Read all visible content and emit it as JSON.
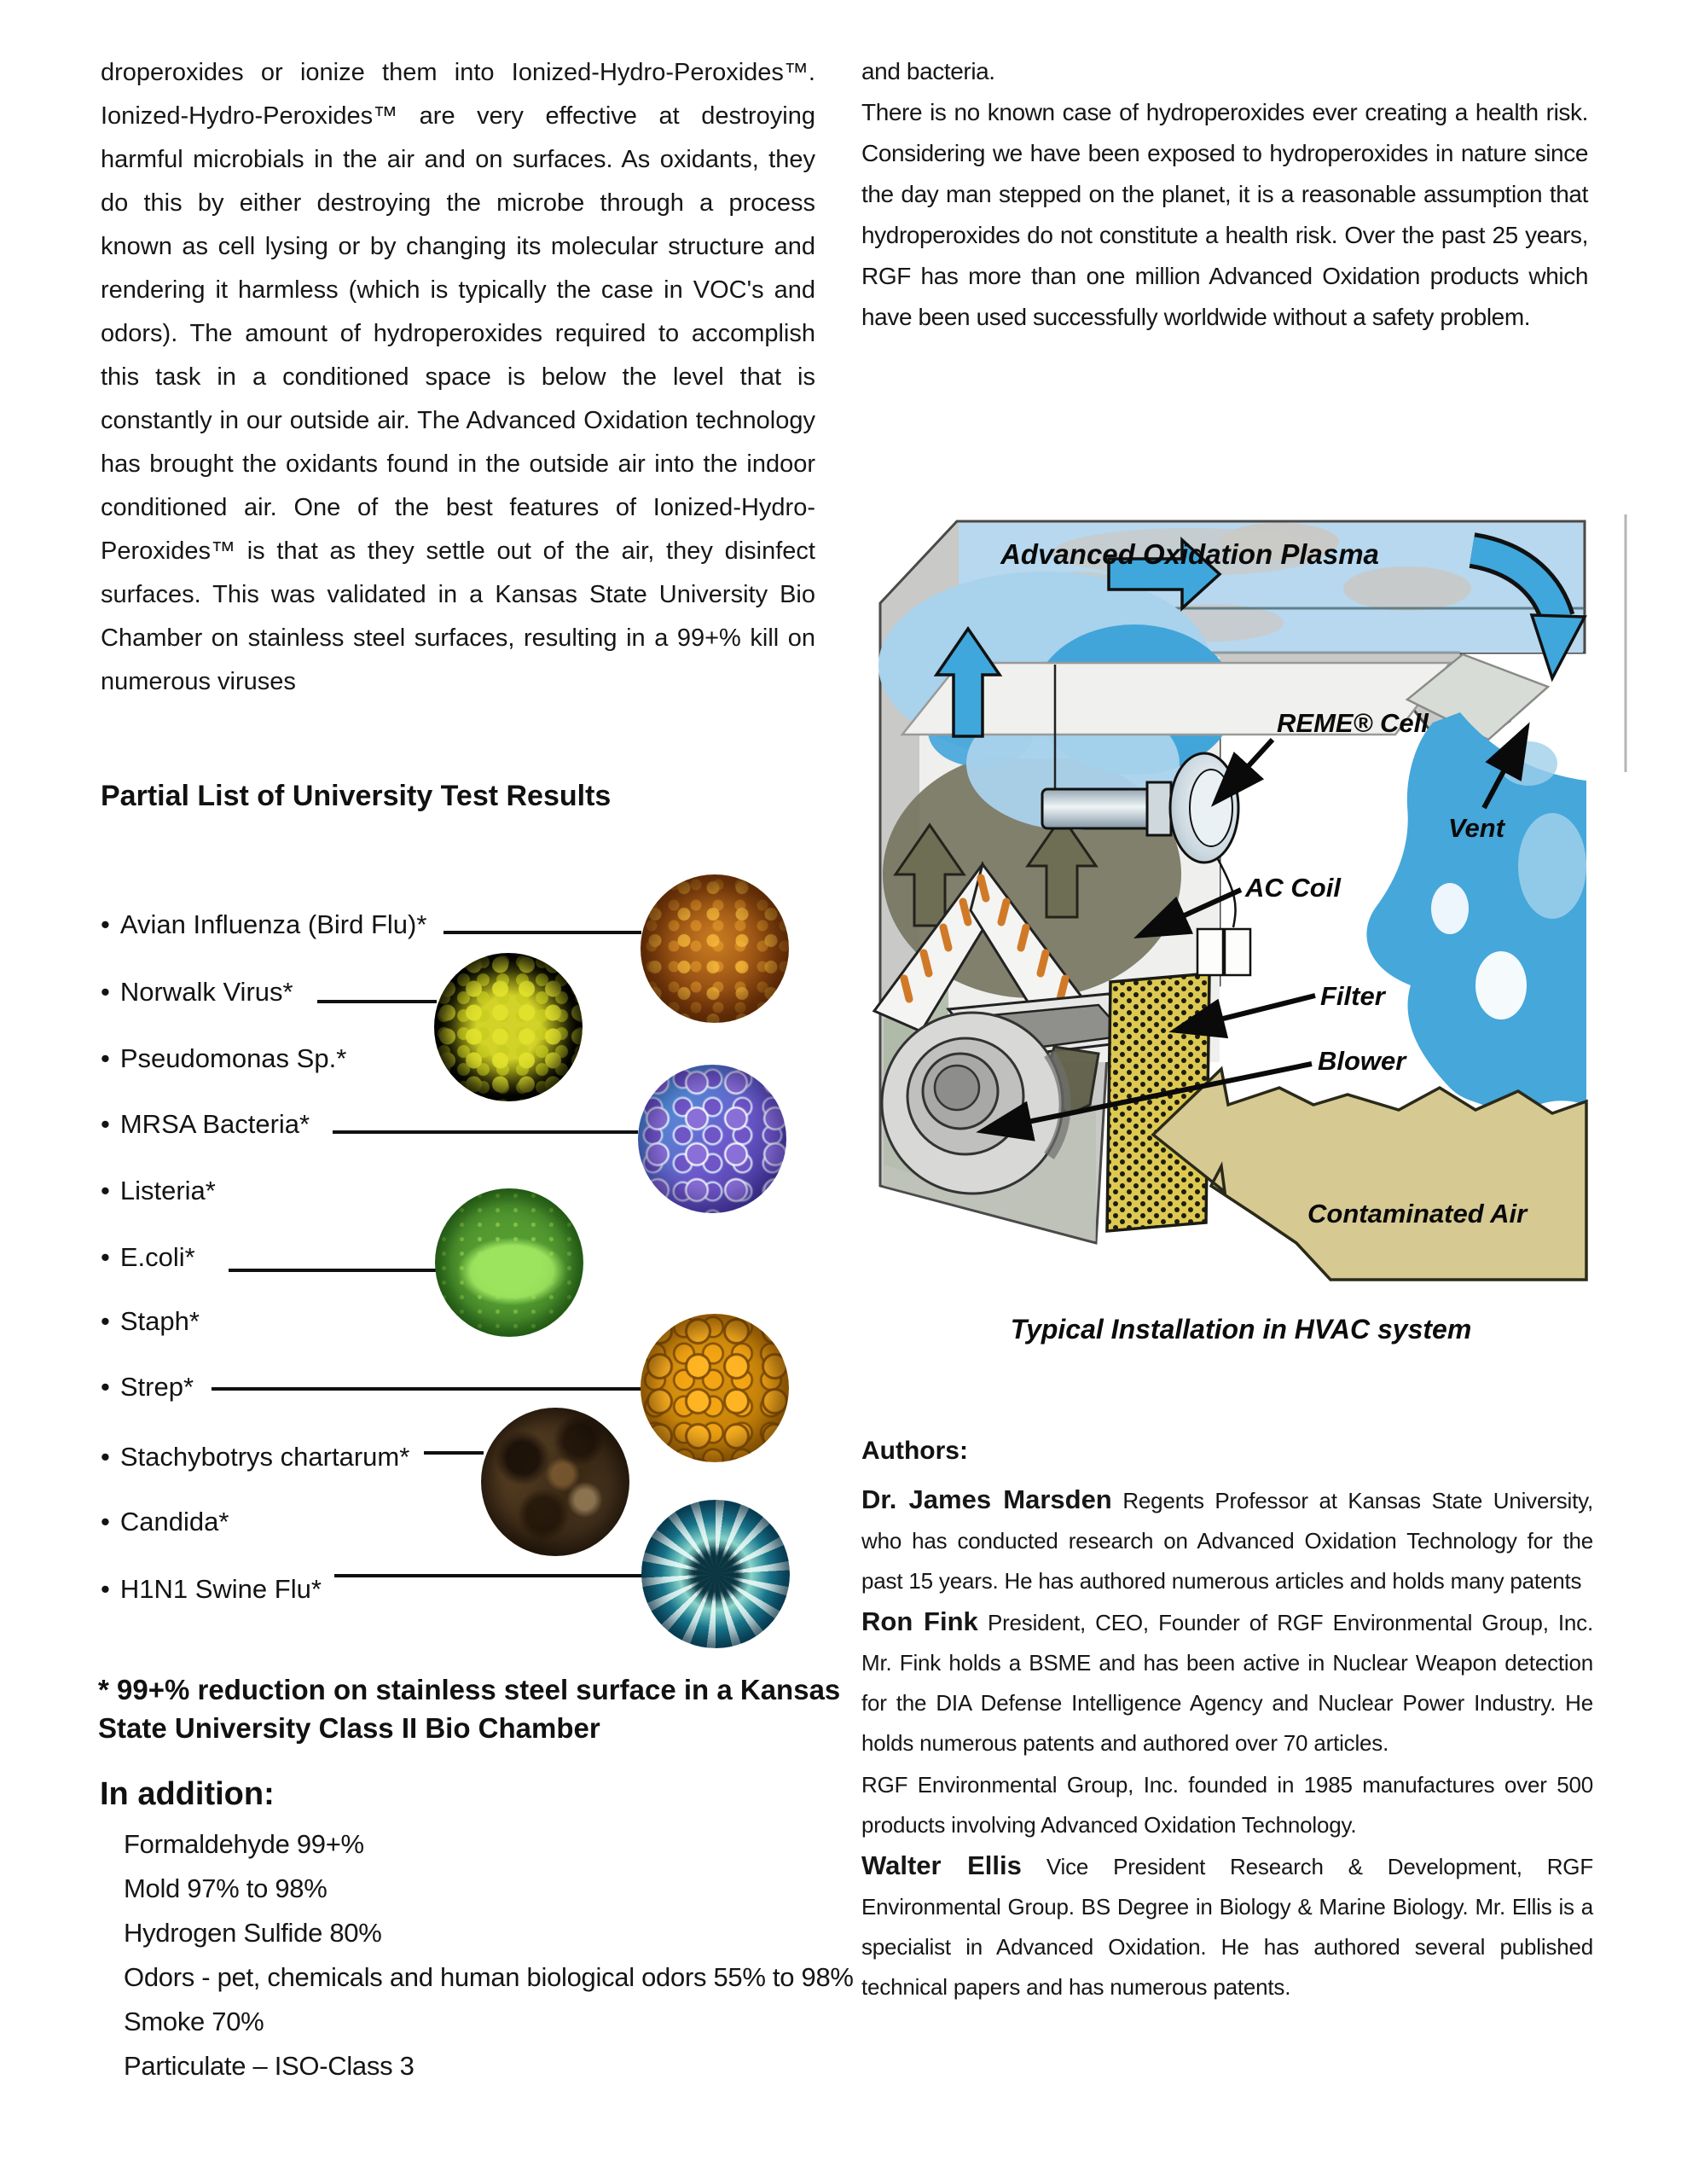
{
  "left": {
    "paragraph": "droperoxides or ionize them into Ionized-Hydro-Peroxides™. Ionized-Hydro-Peroxides™ are very effective at destroying harmful microbials in the air and on surfaces. As oxidants, they do this by either destroying the microbe through a process known as cell lysing or by changing its molecular structure and rendering it harmless (which is typically the case in VOC's and odors). The amount of hydroperoxides required to accomplish this task in a conditioned space is below the level that is constantly in our outside air. The Advanced Oxidation technology has brought the oxidants found in the outside air into the indoor conditioned air. One of the best features of Ionized-Hydro-Peroxides™ is that as they settle out of the air, they disinfect surfaces. This was validated in a Kansas State University Bio Chamber on stainless steel surfaces, resulting in a 99+% kill on numerous viruses",
    "results_heading": "Partial List of University Test Results",
    "bullet_char": "•",
    "bullets": [
      {
        "label": "Avian Influenza (Bird Flu)*",
        "micrograph": "avian-influenza-micrograph",
        "dominant_color": "#a65a14"
      },
      {
        "label": "Norwalk Virus*",
        "micrograph": "norwalk-virus-micrograph",
        "dominant_color": "#d2d228"
      },
      {
        "label": "Pseudomonas Sp.*",
        "micrograph": "",
        "dominant_color": ""
      },
      {
        "label": "MRSA Bacteria*",
        "micrograph": "mrsa-micrograph",
        "dominant_color": "#6d5acc"
      },
      {
        "label": "Listeria*",
        "micrograph": "",
        "dominant_color": ""
      },
      {
        "label": "E.coli*",
        "micrograph": "ecoli-micrograph",
        "dominant_color": "#549c32"
      },
      {
        "label": "Staph*",
        "micrograph": "",
        "dominant_color": ""
      },
      {
        "label": "Strep*",
        "micrograph": "strep-micrograph",
        "dominant_color": "#eb9f12"
      },
      {
        "label": "Stachybotrys chartarum*",
        "micrograph": "stachybotrys-micrograph",
        "dominant_color": "#57422b"
      },
      {
        "label": "Candida*",
        "micrograph": "",
        "dominant_color": ""
      },
      {
        "label": "H1N1 Swine Flu*",
        "micrograph": "h1n1-micrograph",
        "dominant_color": "#1c7e94"
      }
    ],
    "footnote": "* 99+% reduction on stainless steel surface in a Kansas\nState University Class II Bio Chamber",
    "in_addition": {
      "heading": "In addition:",
      "items": [
        "Formaldehyde 99+%",
        "Mold 97% to 98%",
        "Hydrogen Sulfide 80%",
        "Odors - pet, chemicals and human biological odors 55% to 98%",
        "Smoke 70%",
        "Particulate – ISO-Class 3"
      ]
    }
  },
  "right": {
    "paragraph_continuation": "and bacteria.",
    "paragraph": "There is no known case of hydroperoxides ever creating a health risk. Considering we have been exposed to hydroperoxides in nature since the day man stepped on the planet, it is a reasonable assumption that hydroperoxides do not constitute a health risk. Over the past 25 years, RGF has more than one million Advanced Oxidation products which have been used successfully worldwide without a safety problem."
  },
  "diagram": {
    "labels": {
      "plasma": "Advanced Oxidation Plasma",
      "reme": "REME® Cell",
      "vent": "Vent",
      "ac_coil": "AC Coil",
      "filter": "Filter",
      "blower": "Blower",
      "contaminated": "Contaminated Air"
    },
    "caption": "Typical Installation in HVAC system",
    "colors": {
      "plasma_blue": "#42a5d9",
      "plasma_light_blue": "#a9d2ec",
      "cabinet_gray": "#c9c9c7",
      "filter_yellow": "#ddc952",
      "contaminated_tan": "#d6c992"
    }
  },
  "authors": {
    "heading": "Authors:",
    "entries": [
      {
        "name": "Dr. James Marsden",
        "bio": " Regents Professor at Kansas State University, who has conducted research on Advanced Oxidation Technology for the past 15 years. He has authored numerous articles and holds many patents"
      },
      {
        "name": "Ron Fink",
        "bio": " President, CEO, Founder of RGF Environmental Group, Inc. Mr. Fink holds a BSME and has been active in Nuclear Weapon detection for the DIA Defense Intelligence Agency and Nuclear Power Industry. He holds numerous patents and authored over 70 articles."
      },
      {
        "name": "",
        "bio": "RGF Environmental Group, Inc. founded in 1985 manufactures over 500 products involving Advanced Oxidation Technology."
      },
      {
        "name": "Walter Ellis",
        "bio": " Vice President Research & Development, RGF Environmental Group. BS Degree in Biology & Marine Biology. Mr. Ellis is a specialist in Advanced Oxidation. He has authored several published technical papers and has numerous patents."
      }
    ]
  }
}
